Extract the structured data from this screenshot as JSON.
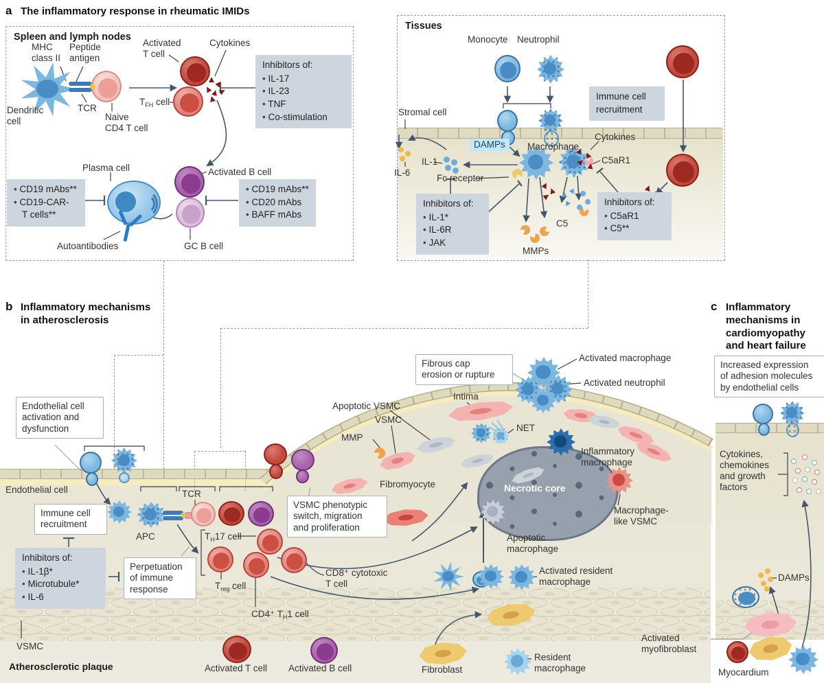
{
  "colors": {
    "arrow": "#44566b",
    "inhibitor_box": "#cdd5de",
    "damps_highlight": "#c3e7f7",
    "tissue_beige": "#e9e5d4",
    "necrotic_core": "#97a0ad",
    "red_cell": "#c4473d",
    "blue_cell": "#7db7e0",
    "purple_cell": "#a862aa",
    "yellow_cell": "#edc979",
    "intima_yellow": "#f6ecc0"
  },
  "panel_a": {
    "tag": "a",
    "title": "The inflammatory response in rheumatic IMIDs",
    "spleen": {
      "box_title": "Spleen and lymph nodes",
      "labels": {
        "mhc": "MHC\nclass II",
        "peptide": "Peptide\nantigen",
        "dendritic": "Dendritic\ncell",
        "tcr": "TCR",
        "naive": "Naive\nCD4 T cell",
        "activated_t": "Activated\nT cell",
        "cytokines": "Cytokines",
        "tfh": {
          "t1": "T",
          "sub": "FH",
          "t2": " cell"
        },
        "plasma": "Plasma cell",
        "autoantibodies": "Autoantibodies",
        "activated_b": "Activated B cell",
        "gc_b": "GC B cell"
      },
      "inhibitors": {
        "title": "Inhibitors of:",
        "items": [
          "IL-17",
          "IL-23",
          "TNF",
          "Co-stimulation"
        ]
      },
      "mabs_left": {
        "items": [
          "CD19 mAbs**",
          "CD19-CAR-\nT cells**"
        ]
      },
      "mabs_right": {
        "items": [
          "CD19 mAbs**",
          "CD20 mAbs",
          "BAFF mAbs"
        ]
      }
    },
    "tissues": {
      "box_title": "Tissues",
      "labels": {
        "monocyte": "Monocyte",
        "neutrophil": "Neutrophil",
        "recruitment": "Immune cell\nrecruitment",
        "stromal": "Stromal cell",
        "damps": "DAMPs",
        "macrophage": "Macrophage",
        "cytokines": "Cytokines",
        "c5ar1": "C5aR1",
        "il1": "IL-1",
        "il6": "IL-6",
        "fc_receptor": "Fc receptor",
        "c5": "C5",
        "mmps": "MMPs"
      },
      "inhibitors_left": {
        "title": "Inhibitors of:",
        "items": [
          "IL-1*",
          "IL-6R",
          "JAK"
        ]
      },
      "inhibitors_right": {
        "title": "Inhibitors of:",
        "items": [
          "C5aR1",
          "C5**"
        ]
      }
    }
  },
  "panel_b": {
    "tag": "b",
    "title": "Inflammatory mechanisms\nin atherosclerosis",
    "callouts": {
      "endothelial": "Endothelial cell\nactivation and\ndysfunction",
      "recruitment": "Immune cell\nrecruitment",
      "perpetuation": "Perpetuation\nof immune\nresponse",
      "vsmc_switch": "VSMC phenotypic\nswitch, migration\nand proliferation",
      "fibrous_cap": "Fibrous cap\nerosion or rupture"
    },
    "inhibitors": {
      "title": "Inhibitors of:",
      "items": [
        "IL-1β*",
        "Microtubule*",
        "IL-6"
      ]
    },
    "labels": {
      "endothelial_cell": "Endothelial cell",
      "apc": "APC",
      "tcr": "TCR",
      "th17": {
        "t1": "T",
        "sub": "H",
        "t2": "17 cell"
      },
      "treg": {
        "t1": "T",
        "sub": "reg",
        "t2": " cell"
      },
      "cd4_th1": {
        "t1": "CD4⁺ T",
        "sub": "H",
        "t2": "1 cell"
      },
      "cd8": "CD8⁺ cytotoxic\nT cell",
      "vsmc_left": "VSMC",
      "plaque": "Atherosclerotic plaque",
      "activated_t": "Activated T cell",
      "activated_b": "Activated B cell",
      "fibroblast": "Fibroblast",
      "resident_mac": "Resident\nmacrophage",
      "mmp": "MMP",
      "vsmc": "VSMC",
      "apoptotic_vsmc": "Apoptotic VSMC",
      "intima": "Intima",
      "fibromyocyte": "Fibromyocyte",
      "net": "NET",
      "activated_mac": "Activated macrophage",
      "activated_neu": "Activated neutrophil",
      "inflammatory_mac": "Inflammatory\nmacrophage",
      "necrotic_core": "Necrotic core",
      "mac_like_vsmc": "Macrophage-\nlike VSMC",
      "apoptotic_mac": "Apoptotic\nmacrophage",
      "activated_res_mac": "Activated resident\nmacrophage"
    }
  },
  "panel_c": {
    "tag": "c",
    "title": "Inflammatory\nmechanisms in\ncardiomyopathy\nand heart failure",
    "callouts": {
      "adhesion": "Increased expression\nof adhesion molecules\nby endothelial cells"
    },
    "labels": {
      "cytokines": "Cytokines,\nchemokines\nand growth\nfactors",
      "damps": "DAMPs",
      "activated_myofibroblast": "Activated\nmyofibroblast",
      "myocardium": "Myocardium"
    }
  }
}
